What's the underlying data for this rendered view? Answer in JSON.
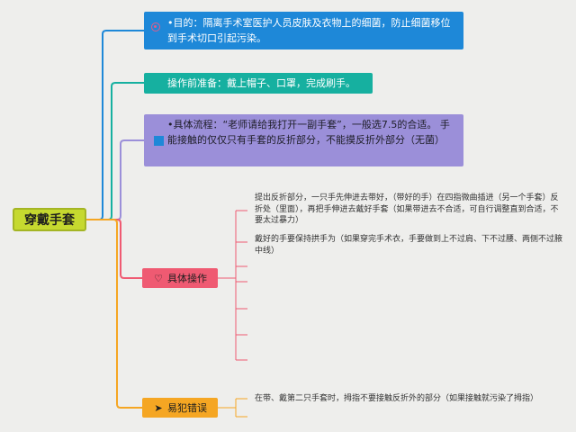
{
  "root": {
    "label": "穿戴手套"
  },
  "branches": {
    "purpose": {
      "text": "•目的：隔离手术室医护人员皮肤及衣物上的细菌，防止细菌移位到手术切口引起污染。",
      "icon": "target-icon"
    },
    "preparation": {
      "text": "操作前准备：戴上帽子、口罩，完成刷手。"
    },
    "process": {
      "text": "•具体流程：“老师请给我打开一副手套”，一般选7.5的合适。 手能接触的仅仅只有手套的反折部分，不能摸反折外部分（无菌）",
      "icon": "blue-square-icon"
    },
    "operation": {
      "label": "具体操作",
      "icon": "heart-icon",
      "items": [
        "提出反折部分，一只手先伸进去带好，（带好的手）在四指微曲插进（另一个手套）反折处（里面），再把手伸进去戴好手套（如果带进去不合适，可自行调整直到合适，不要太过暴力）",
        "戴好的手要保持拱手为（如果穿完手术衣，手要做到上不过肩、下不过腰、两侧不过腋中线）"
      ]
    },
    "mistakes": {
      "label": "易犯错误",
      "icon": "paper-plane-icon",
      "items": [
        "在带、戴第二只手套时，拇指不要接触反折外的部分（如果接触就污染了拇指）"
      ]
    }
  },
  "colors": {
    "background": "#eeeeec",
    "root": "#c6d92f",
    "blue": "#1e88d8",
    "teal": "#16b0a0",
    "purple": "#9b8fd9",
    "red": "#ef5a72",
    "orange": "#f5a623"
  }
}
